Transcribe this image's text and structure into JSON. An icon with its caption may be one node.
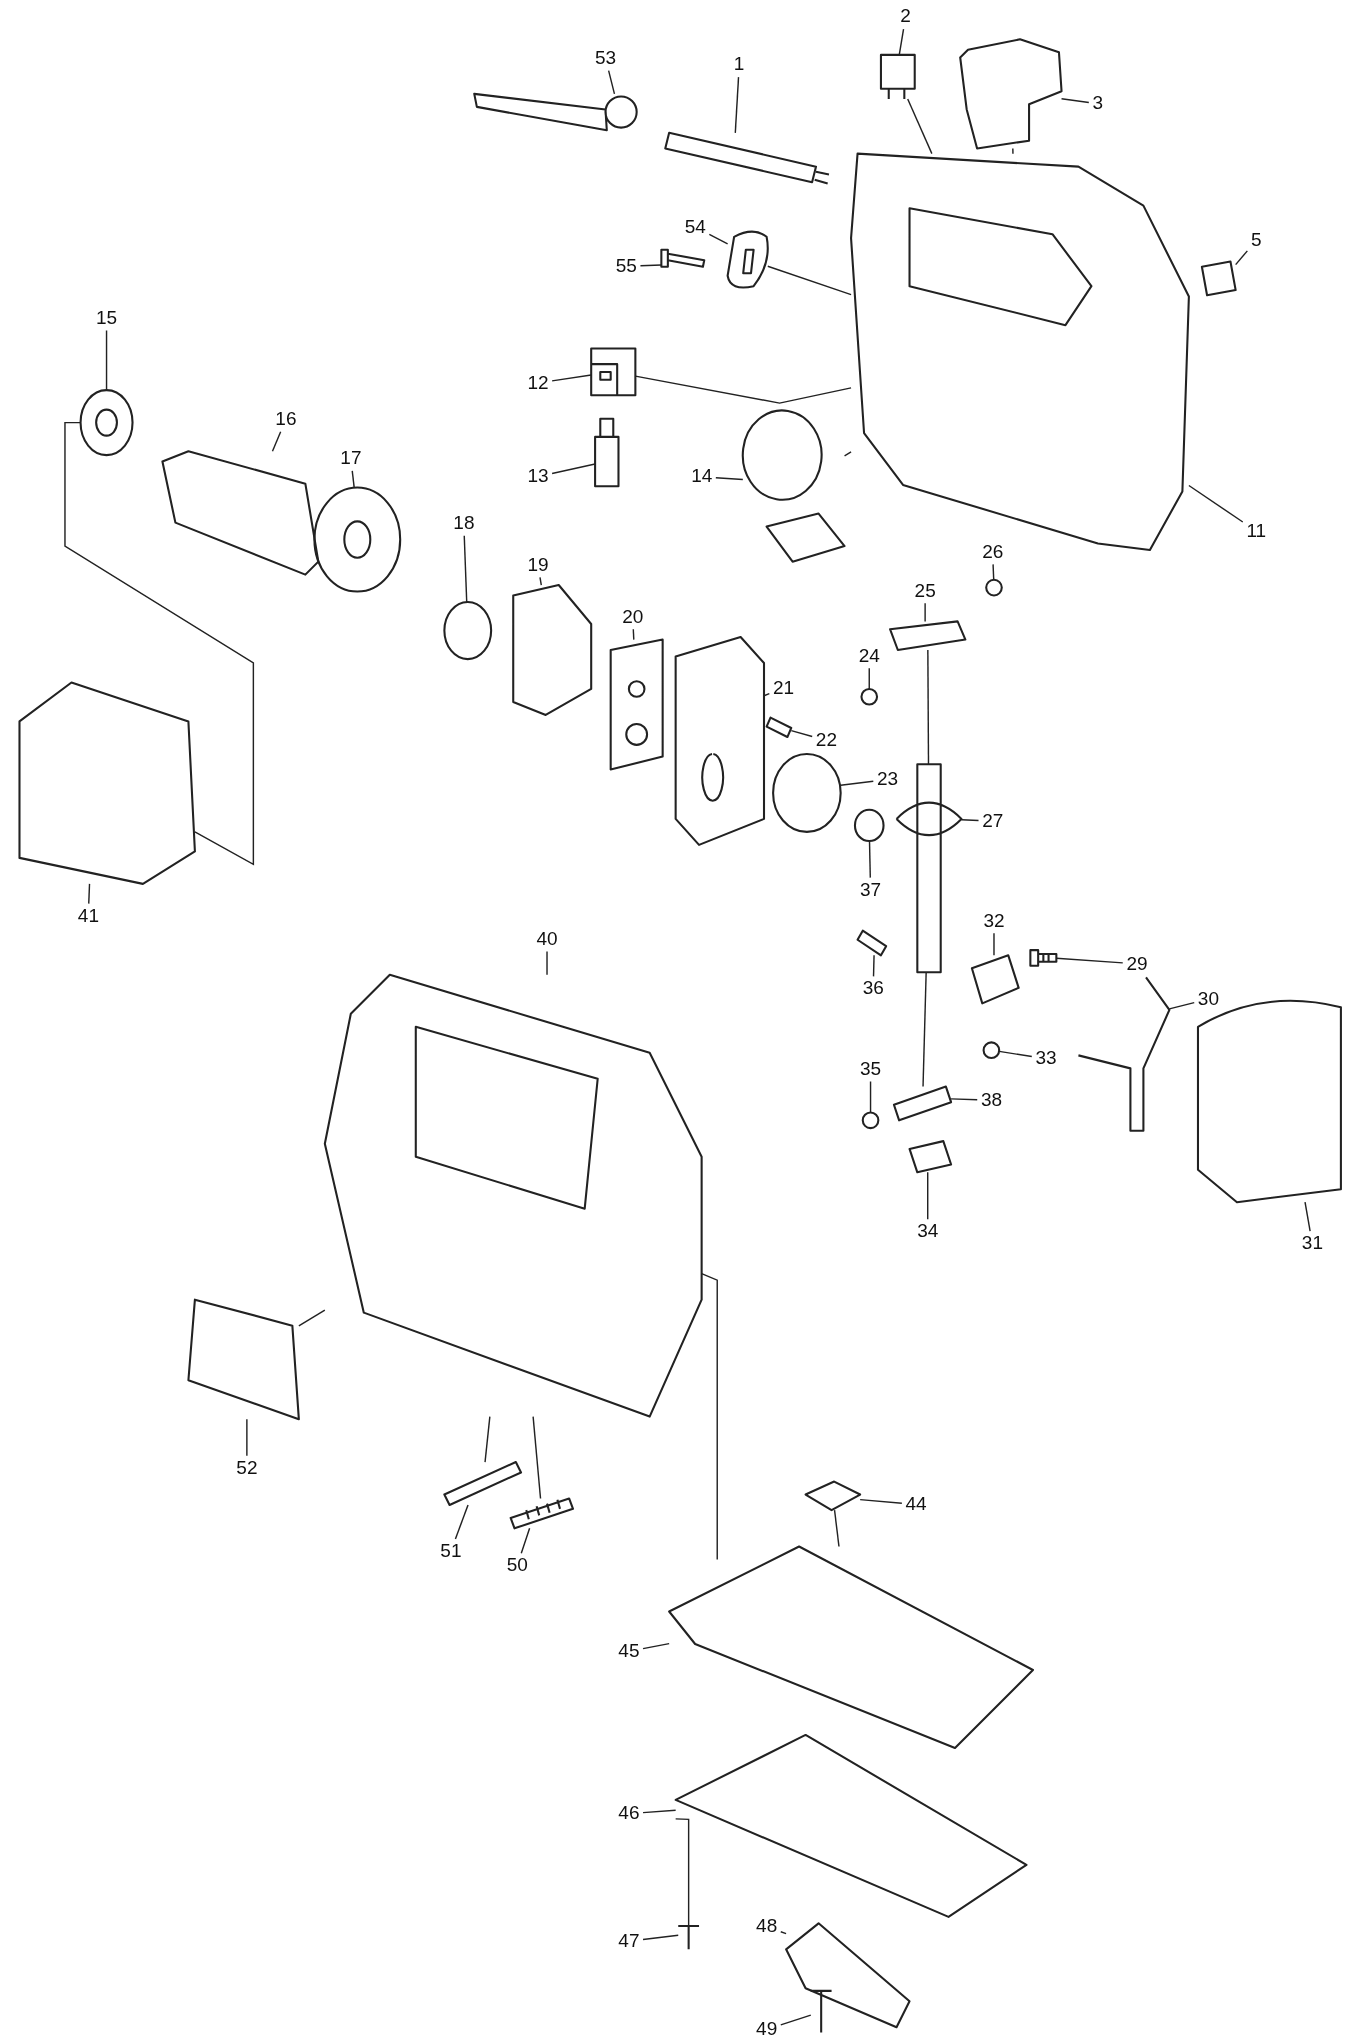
{
  "diagram": {
    "nodes": [
      {
        "text": [
          "2"
        ]
      },
      {
        "text": [
          "53"
        ]
      },
      {
        "text": [
          "1"
        ]
      },
      {
        "text": [
          "3"
        ]
      },
      {
        "text": [
          "54"
        ]
      },
      {
        "text": [
          "5"
        ]
      },
      {
        "text": [
          "55"
        ]
      },
      {
        "text": [
          "15"
        ]
      },
      {
        "text": [
          "12"
        ]
      },
      {
        "text": [
          "16"
        ]
      },
      {
        "text": [
          "17"
        ]
      },
      {
        "text": [
          "13"
        ]
      },
      {
        "text": [
          "14"
        ]
      },
      {
        "text": [
          "18"
        ]
      },
      {
        "text": [
          "11"
        ]
      },
      {
        "text": [
          "26"
        ]
      },
      {
        "text": [
          "19"
        ]
      },
      {
        "text": [
          "25"
        ]
      },
      {
        "text": [
          "20"
        ]
      },
      {
        "text": [
          "24"
        ]
      },
      {
        "text": [
          "21"
        ]
      },
      {
        "text": [
          "22"
        ]
      },
      {
        "text": [
          "23"
        ]
      },
      {
        "text": [
          "27"
        ]
      },
      {
        "text": [
          "37"
        ]
      },
      {
        "text": [
          "41"
        ]
      },
      {
        "text": [
          "32"
        ]
      },
      {
        "text": [
          "40"
        ]
      },
      {
        "text": [
          "29"
        ]
      },
      {
        "text": [
          "36"
        ]
      },
      {
        "text": [
          "30"
        ]
      },
      {
        "text": [
          "33"
        ]
      },
      {
        "text": [
          "35"
        ]
      },
      {
        "text": [
          "38"
        ]
      },
      {
        "text": [
          "34"
        ]
      },
      {
        "text": [
          "31"
        ]
      },
      {
        "text": [
          "52"
        ]
      },
      {
        "text": [
          "51"
        ]
      },
      {
        "text": [
          "50"
        ]
      },
      {
        "text": [
          "44"
        ]
      },
      {
        "text": [
          "45"
        ]
      },
      {
        "text": [
          "46"
        ]
      },
      {
        "text": [
          "47"
        ]
      },
      {
        "text": [
          "48"
        ]
      },
      {
        "text": [
          "49"
        ]
      },
      {
        "text": [],
        "shape": "picture"
      },
      {
        "text": [],
        "shape": "picture"
      },
      {
        "text": [],
        "shape": "picture"
      },
      {
        "text": [],
        "shape": "picture"
      },
      {
        "text": [],
        "shape": "picture"
      },
      {
        "text": [],
        "shape": "picture"
      },
      {
        "text": [],
        "shape": "picture"
      },
      {
        "text": [],
        "shape": "picture"
      },
      {
        "text": [],
        "shape": "picture"
      },
      {
        "text": [],
        "shape": "picture"
      },
      {
        "text": [],
        "shape": "picture"
      },
      {
        "text": [],
        "shape": "picture"
      },
      {
        "text": [],
        "shape": "picture"
      },
      {
        "text": [],
        "shape": "picture"
      },
      {
        "text": [],
        "shape": "picture"
      },
      {
        "text": [],
        "shape": "picture"
      },
      {
        "text": [],
        "shape": "picture"
      },
      {
        "text": [],
        "shape": "picture"
      },
      {
        "text": [],
        "shape": "picture"
      },
      {
        "text": [],
        "shape": "picture"
      },
      {
        "text": [],
        "shape": "picture"
      },
      {
        "text": [],
        "shape": "picture"
      },
      {
        "text": [],
        "shape": "picture"
      },
      {
        "text": [],
        "shape": "picture"
      },
      {
        "text": [],
        "shape": "picture"
      },
      {
        "text": [],
        "shape": "picture"
      },
      {
        "text": [],
        "shape": "picture"
      },
      {
        "text": [],
        "shape": "picture"
      },
      {
        "text": [],
        "shape": "picture"
      },
      {
        "text": [],
        "shape": "picture"
      },
      {
        "text": [],
        "shape": "picture"
      },
      {
        "text": [],
        "shape": "picture"
      },
      {
        "text": [],
        "shape": "picture"
      },
      {
        "text": [],
        "shape": "picture"
      },
      {
        "text": [],
        "shape": "picture"
      },
      {
        "text": [],
        "shape": "picture"
      },
      {
        "text": [],
        "shape": "picture"
      },
      {
        "text": [],
        "shape": "picture"
      },
      {
        "text": [],
        "shape": "picture"
      },
      {
        "text": [],
        "shape": "picture"
      },
      {
        "text": [],
        "shape": "picture"
      },
      {
        "text": [],
        "shape": "picture"
      },
      {
        "text": [],
        "shape": "picture"
      },
      {
        "text": [],
        "shape": "picture"
      },
      {
        "text": [],
        "shape": "picture"
      }
    ],
    "edges": [
      {
        "from": 0,
        "to": 45,
        "arrow": "none"
      },
      {
        "from": 1,
        "to": 46,
        "arrow": "none"
      },
      {
        "from": 2,
        "to": 47,
        "arrow": "none"
      },
      {
        "from": 3,
        "to": 48,
        "arrow": "none"
      },
      {
        "from": 4,
        "to": 49,
        "arrow": "none"
      },
      {
        "from": 5,
        "to": 50,
        "arrow": "none"
      },
      {
        "from": 6,
        "to": 51,
        "arrow": "none"
      },
      {
        "from": 7,
        "to": 52,
        "arrow": "none"
      },
      {
        "from": 8,
        "to": 53,
        "arrow": "none"
      },
      {
        "from": 9,
        "to": 54,
        "arrow": "none"
      },
      {
        "from": 10,
        "to": 55,
        "arrow": "none"
      },
      {
        "from": 11,
        "to": 56,
        "arrow": "none"
      },
      {
        "from": 12,
        "to": 57,
        "arrow": "none"
      },
      {
        "from": 13,
        "to": 58,
        "arrow": "none"
      },
      {
        "from": 14,
        "to": 59,
        "arrow": "none"
      },
      {
        "from": 15,
        "to": 60,
        "arrow": "none"
      },
      {
        "from": 16,
        "to": 61,
        "arrow": "none"
      },
      {
        "from": 17,
        "to": 62,
        "arrow": "none"
      },
      {
        "from": 18,
        "to": 63,
        "arrow": "none"
      },
      {
        "from": 19,
        "to": 64,
        "arrow": "none"
      },
      {
        "from": 20,
        "to": 65,
        "arrow": "none"
      },
      {
        "from": 21,
        "to": 66,
        "arrow": "none"
      },
      {
        "from": 22,
        "to": 67,
        "arrow": "none"
      },
      {
        "from": 23,
        "to": 68,
        "arrow": "none"
      },
      {
        "from": 24,
        "to": 69,
        "arrow": "none"
      },
      {
        "from": 25,
        "to": 70,
        "arrow": "none"
      },
      {
        "from": 26,
        "to": 71,
        "arrow": "none"
      },
      {
        "from": 27,
        "to": 72,
        "arrow": "none"
      },
      {
        "from": 28,
        "to": 73,
        "arrow": "none"
      },
      {
        "from": 29,
        "to": 74,
        "arrow": "none"
      },
      {
        "from": 30,
        "to": 75,
        "arrow": "none"
      },
      {
        "from": 31,
        "to": 76,
        "arrow": "none"
      },
      {
        "from": 32,
        "to": 77,
        "arrow": "none"
      },
      {
        "from": 33,
        "to": 78,
        "arrow": "none"
      },
      {
        "from": 34,
        "to": 79,
        "arrow": "none"
      },
      {
        "from": 35,
        "to": 80,
        "arrow": "none"
      },
      {
        "from": 36,
        "to": 81,
        "arrow": "none"
      },
      {
        "from": 37,
        "to": 82,
        "arrow": "none"
      },
      {
        "from": 38,
        "to": 83,
        "arrow": "none"
      },
      {
        "from": 39,
        "to": 84,
        "arrow": "none"
      },
      {
        "from": 40,
        "to": 85,
        "arrow": "none"
      },
      {
        "from": 41,
        "to": 86,
        "arrow": "none"
      },
      {
        "from": 42,
        "to": 87,
        "arrow": "none"
      },
      {
        "from": 43,
        "to": 88,
        "arrow": "none"
      },
      {
        "from": 44,
        "to": 89,
        "arrow": "none"
      },
      {
        "from": 52,
        "to": 70,
        "arrow": "none"
      },
      {
        "from": 53,
        "to": 59,
        "arrow": "none"
      },
      {
        "from": 57,
        "to": 59,
        "arrow": "none"
      },
      {
        "from": 45,
        "to": 59,
        "arrow": "none"
      },
      {
        "from": 48,
        "to": 59,
        "arrow": "none"
      },
      {
        "from": 49,
        "to": 59,
        "arrow": "none"
      },
      {
        "from": 62,
        "to": 68,
        "arrow": "none"
      },
      {
        "from": 68,
        "to": 78,
        "arrow": "none"
      },
      {
        "from": 72,
        "to": 82,
        "arrow": "none"
      },
      {
        "from": 72,
        "to": 83,
        "arrow": "none"
      },
      {
        "from": 81,
        "to": 72,
        "arrow": "none"
      },
      {
        "from": 72,
        "to": 85,
        "arrow": "none"
      },
      {
        "from": 84,
        "to": 85,
        "arrow": "none"
      },
      {
        "from": 86,
        "to": 87,
        "arrow": "none"
      }
    ]
  }
}
